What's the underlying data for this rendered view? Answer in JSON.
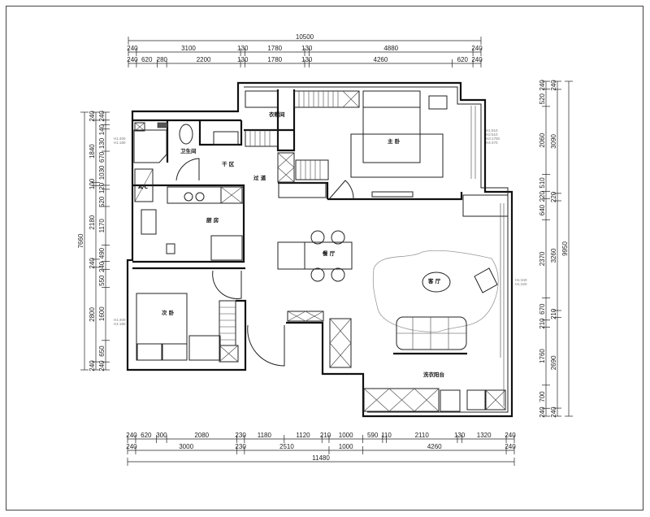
{
  "dimensions": {
    "top": [
      {
        "labels": [
          "10500"
        ],
        "values": [
          10500
        ]
      },
      {
        "labels": [
          "240",
          "3100",
          "130",
          "1780",
          "130",
          "4880",
          "240"
        ],
        "values": [
          240,
          3100,
          130,
          1780,
          130,
          4880,
          240
        ]
      },
      {
        "labels": [
          "240",
          "620",
          "280",
          "2200",
          "130",
          "1780",
          "130",
          "4260",
          "620",
          "240"
        ],
        "values": [
          240,
          620,
          280,
          2200,
          130,
          1780,
          130,
          4260,
          620,
          240
        ]
      }
    ],
    "bottom": [
      {
        "labels": [
          "240",
          "620",
          "300",
          "2080",
          "230",
          "1180",
          "1120",
          "210",
          "1000",
          "590",
          "110",
          "2110",
          "130",
          "1320",
          "240"
        ],
        "values": [
          240,
          620,
          300,
          2080,
          230,
          1180,
          1120,
          210,
          1000,
          590,
          110,
          2110,
          130,
          1320,
          240
        ]
      },
      {
        "labels": [
          "240",
          "3000",
          "230",
          "2510",
          "1000",
          "4260",
          "240"
        ],
        "values": [
          240,
          3000,
          230,
          2510,
          1000,
          4260,
          240
        ]
      },
      {
        "labels": [
          "11480"
        ],
        "values": [
          11480
        ]
      }
    ],
    "left": [
      {
        "labels": [
          "7660"
        ],
        "values": [
          7660
        ]
      },
      {
        "labels": [
          "240",
          "1840",
          "100",
          "2180",
          "240",
          "2800",
          "240"
        ],
        "values": [
          240,
          1840,
          100,
          2180,
          240,
          2800,
          240
        ]
      },
      {
        "labels": [
          "240",
          "140",
          "130",
          "670",
          "1030",
          "120",
          "520",
          "1170",
          "490",
          "240",
          "550",
          "1600",
          "650",
          "240"
        ],
        "values": [
          240,
          140,
          130,
          670,
          1030,
          120,
          520,
          1170,
          490,
          240,
          550,
          1600,
          650,
          240
        ]
      }
    ],
    "right": [
      {
        "labels": [
          "240",
          "520",
          "2060",
          "510",
          "220",
          "640",
          "2370",
          "670",
          "210",
          "1760",
          "700",
          "240"
        ],
        "values": [
          240,
          520,
          2060,
          510,
          220,
          640,
          2370,
          670,
          210,
          1760,
          700,
          240
        ]
      },
      {
        "labels": [
          "240",
          "3090",
          "220",
          "3260",
          "210",
          "2690",
          "240"
        ],
        "values": [
          240,
          3090,
          220,
          3260,
          210,
          2690,
          240
        ]
      },
      {
        "labels": [
          "9950"
        ],
        "values": [
          9950
        ]
      }
    ]
  },
  "rooms": {
    "bathroom": "卫生间",
    "dry_area": "干 区",
    "corridor": "过 道",
    "cloakroom": "衣帽间",
    "master_bedroom": "主 卧",
    "kitchen": "厨 房",
    "dining": "餐 厅",
    "living": "客 厅",
    "second_bedroom": "次 卧",
    "laundry_balcony": "洗衣阳台",
    "ac": "A/C"
  },
  "notes": {
    "master": [
      "H1:510",
      "H2:510",
      "H3:1700",
      "H4:470"
    ],
    "bath": [
      "H1:400",
      "H1:180"
    ],
    "living": [
      "H1:340",
      "H1:220"
    ],
    "second": [
      "H1:400",
      "H1:180"
    ]
  }
}
